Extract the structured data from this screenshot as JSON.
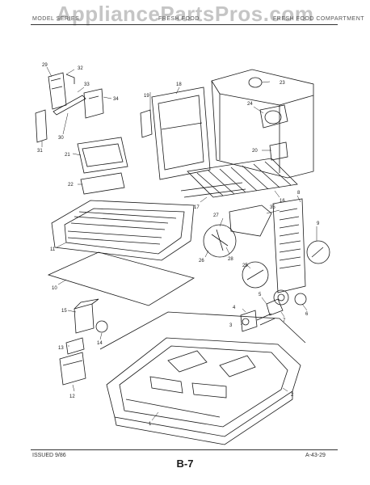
{
  "watermark": "AppliancePartsPros.com",
  "header": {
    "left": "MODEL SERIES",
    "center": "FRESH FOOD",
    "right": "FRESH FOOD COMPARTMENT"
  },
  "footer": {
    "issued": "ISSUED 9/86",
    "page": "B-7",
    "code": "A-43-29"
  },
  "callouts": [
    "1",
    "2",
    "3",
    "4",
    "5",
    "6",
    "7",
    "8",
    "9",
    "10",
    "11",
    "12",
    "13",
    "14",
    "15",
    "16",
    "17",
    "18",
    "19",
    "20",
    "21",
    "22",
    "23",
    "24",
    "25",
    "26",
    "27",
    "28",
    "29",
    "30",
    "31",
    "32",
    "33",
    "34",
    "35"
  ],
  "colors": {
    "ink": "#1a1a1a",
    "watermark": "#969696"
  }
}
